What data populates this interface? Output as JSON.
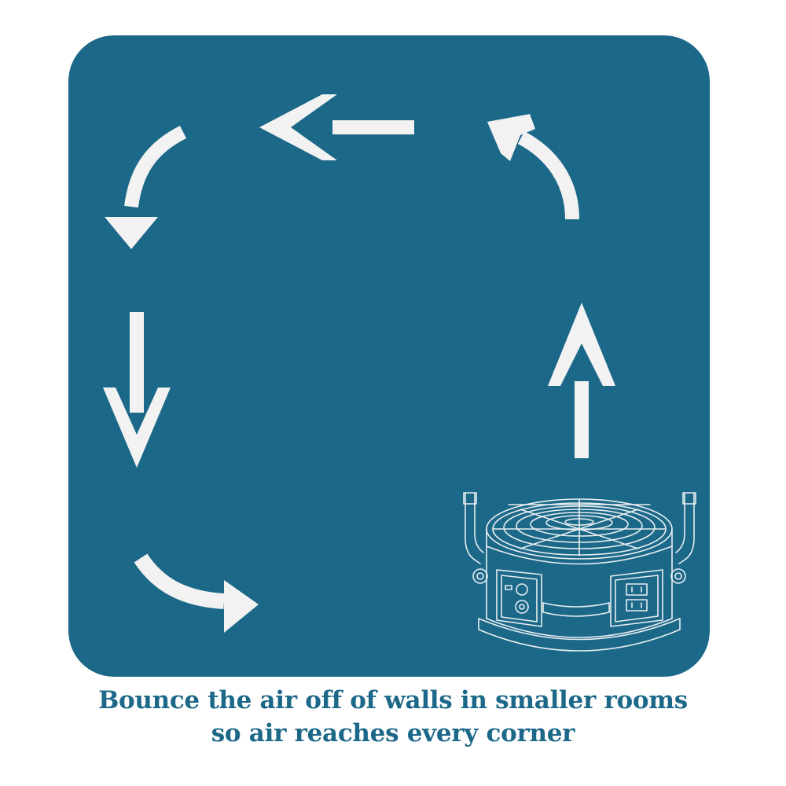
{
  "diagram": {
    "title": "Air circulation pattern for a fan in a small room",
    "caption_line_1": "Bounce the air off of walls in smaller rooms",
    "caption_line_2": "so air reaches every corner",
    "flow_sequence": [
      "up-arrow",
      "curve-up-left-arrow",
      "left-arrow",
      "curve-left-down-arrow",
      "down-arrow",
      "curve-down-right-arrow"
    ],
    "device": "air-mover-fan-icon"
  },
  "colors": {
    "room_fill": "#1c6888",
    "arrow_fill": "#f2f2f2",
    "caption_text": "#1c6888",
    "fan_outline": "#e8eef1"
  }
}
